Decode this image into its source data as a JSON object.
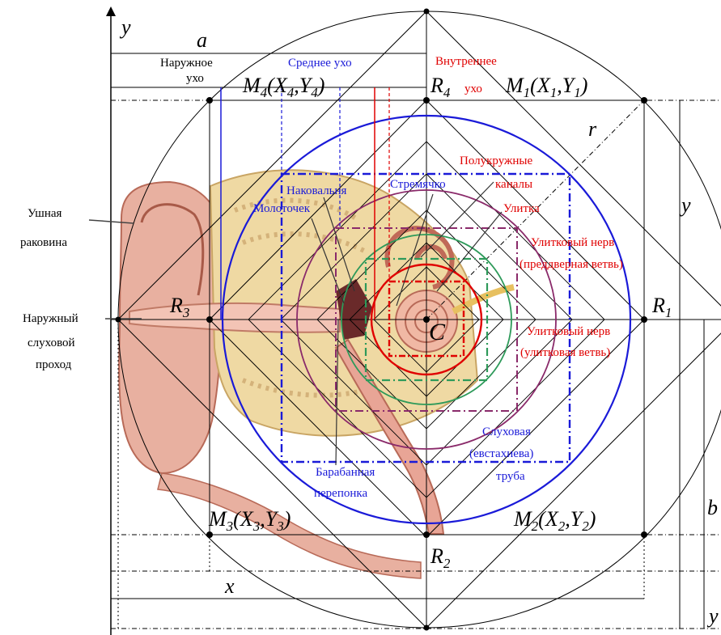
{
  "colors": {
    "blue": "#1a1ad8",
    "red": "#e00000",
    "green": "#2e9a5a",
    "purple": "#8a2a6a",
    "tissue_pink": "#e6a89a",
    "bone": "#e9d39a"
  },
  "axes": {
    "y_label": "y",
    "a_label": "a",
    "x_label": "x",
    "y_right_label": "y",
    "b_label": "b",
    "r_label": "r",
    "y_bottom_right": "y"
  },
  "points": {
    "center": "C",
    "R1": {
      "base": "R",
      "sub": "1"
    },
    "R2": {
      "base": "R",
      "sub": "2"
    },
    "R3": {
      "base": "R",
      "sub": "3"
    },
    "R4": {
      "base": "R",
      "sub": "4"
    },
    "M1": {
      "base": "M",
      "sub": "1",
      "X": "X",
      "Y": "Y"
    },
    "M2": {
      "base": "M",
      "sub": "2",
      "X": "X",
      "Y": "Y"
    },
    "M3": {
      "base": "M",
      "sub": "3",
      "X": "X",
      "Y": "Y"
    },
    "M4": {
      "base": "M",
      "sub": "4",
      "X": "X",
      "Y": "Y"
    }
  },
  "labels": {
    "outer_ear_1": "Наружное",
    "outer_ear_2": "ухо",
    "middle_ear": "Среднее ухо",
    "inner_ear_1": "Внутреннее",
    "inner_ear_2": "ухо",
    "auricle_1": "Ушная",
    "auricle_2": "раковина",
    "canal_1": "Наружный",
    "canal_2": "слуховой",
    "canal_3": "проход",
    "canals_1": "Полукружные",
    "canals_2": "каналы",
    "stapes": "Стремячко",
    "incus": "Наковальня",
    "malleus": "Молоточек",
    "cochlea": "Улитка",
    "nerve_vest_1": "Улитковый нерв",
    "nerve_vest_2": "(преддверная ветвь)",
    "nerve_coch_1": "Улитковый нерв",
    "nerve_coch_2": "(улитковая ветвь)",
    "tube_1": "Слуховая",
    "tube_2": "(евстахиева)",
    "tube_3": "труба",
    "eardrum_1": "Барабанная",
    "eardrum_2": "перепонка"
  }
}
